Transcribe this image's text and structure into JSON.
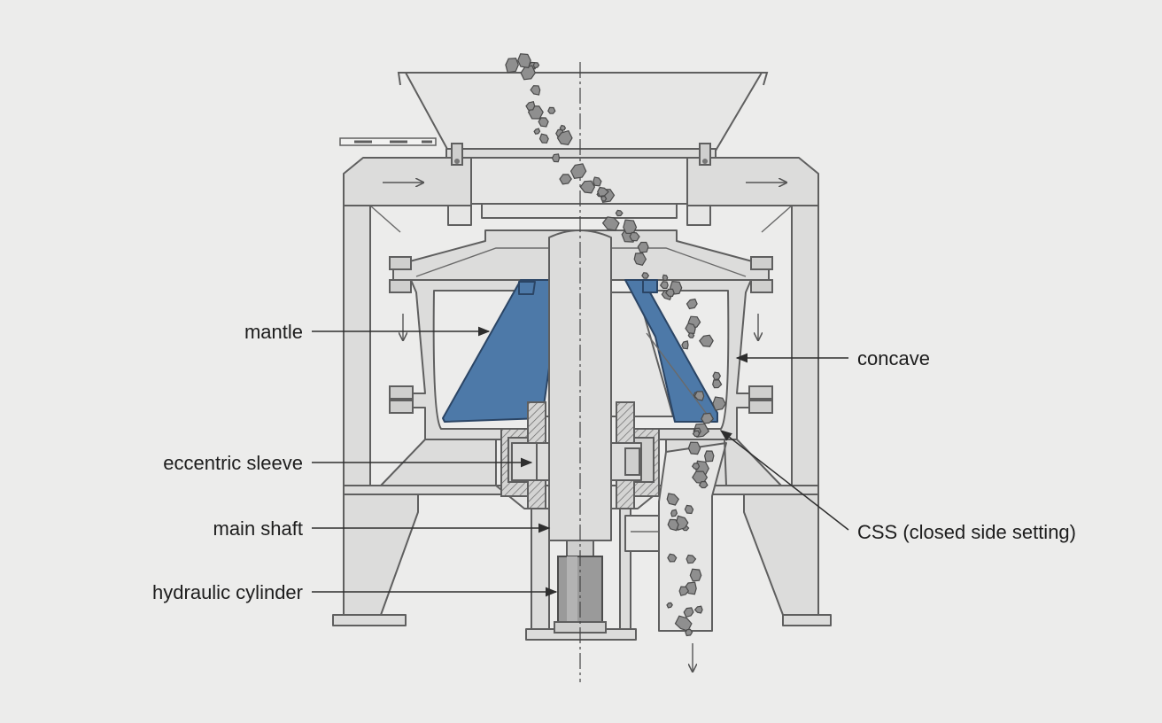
{
  "labels": {
    "mantle": "mantle",
    "eccentric_sleeve": "eccentric sleeve",
    "main_shaft": "main shaft",
    "hydraulic_cylinder": "hydraulic cylinder",
    "concave": "concave",
    "css": "CSS (closed side setting)"
  },
  "colors": {
    "background": "#ececeb",
    "steel": "#dcdcdb",
    "liner_blue": "#4d79a8",
    "rock": "#8f8f8f"
  }
}
